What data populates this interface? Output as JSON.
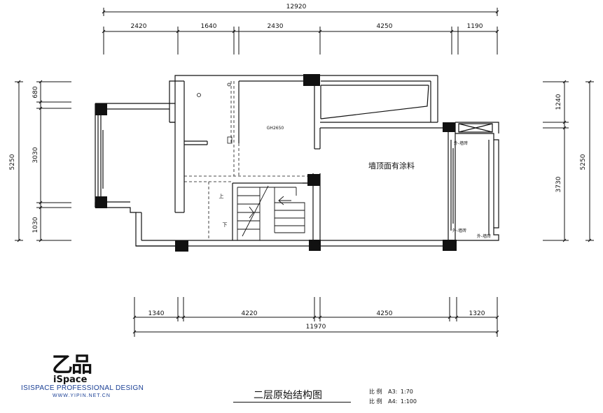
{
  "dimensions": {
    "top_total": "12920",
    "top_segments": [
      "2420",
      "1640",
      "2430",
      "4250",
      "1190"
    ],
    "left_total": "5250",
    "left_segments": [
      "680",
      "3030",
      "1030"
    ],
    "right_total": "5250",
    "right_segments": [
      "1240",
      "3730"
    ],
    "bottom_total": "11970",
    "bottom_segments": [
      "1340",
      "4220",
      "4250",
      "1320"
    ]
  },
  "rooms": {
    "main_note": "墙顶面有涂料",
    "ceiling_height": "GH2650",
    "up_mark": "上",
    "down_mark": "下",
    "exterior_tile_1": "外-墙砖",
    "exterior_tile_2": "外-墙砖",
    "exterior_tile_3": "外-墙砖"
  },
  "logo": {
    "mark": "乙品",
    "sub": "iSpace",
    "company": "ISISPACE PROFESSIONAL DESIGN",
    "url": "WWW.YIPIN.NET.CN"
  },
  "drawing_title": "二层原始结构图",
  "scales": [
    {
      "label": "比 例",
      "paper": "A3:",
      "ratio": "1:70"
    },
    {
      "label": "比 例",
      "paper": "A4:",
      "ratio": "1:100"
    }
  ]
}
